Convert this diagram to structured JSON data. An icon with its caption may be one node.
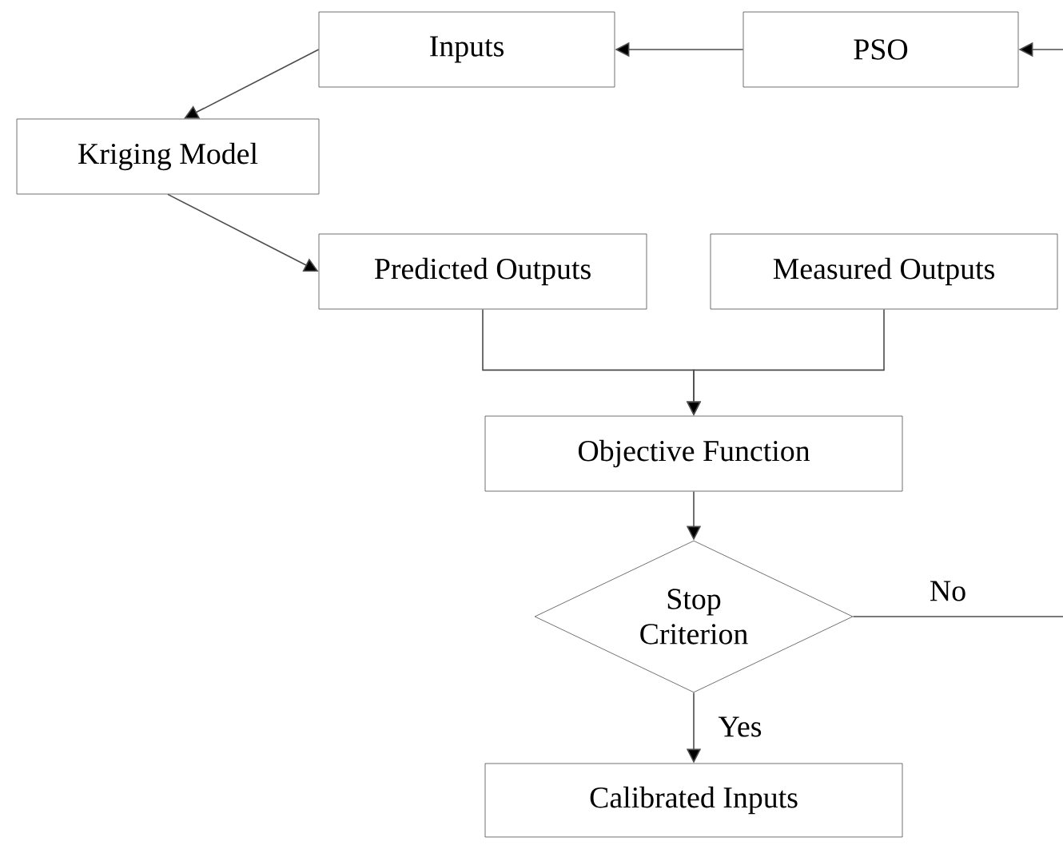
{
  "diagram": {
    "nodes": [
      {
        "text": [
          "Inputs"
        ]
      },
      {
        "text": [
          "PSO"
        ]
      },
      {
        "text": [
          "Kriging Model"
        ]
      },
      {
        "text": [
          "Predicted Outputs"
        ]
      },
      {
        "text": [
          "Measured Outputs"
        ]
      },
      {
        "text": [
          "Objective Function"
        ]
      },
      {
        "text": [
          "Stop Criterion"
        ]
      },
      {
        "text": [
          "Calibrated Inputs"
        ]
      }
    ],
    "edges": [
      {
        "from": 1,
        "to": 0,
        "arrow": "to"
      },
      {
        "from": null,
        "to": 1,
        "arrow": "to"
      },
      {
        "from": 0,
        "to": 2,
        "arrow": "to"
      },
      {
        "from": 2,
        "to": 3,
        "arrow": "to"
      },
      {
        "from": 3,
        "to": 5,
        "arrow": "to"
      },
      {
        "from": 4,
        "to": 5,
        "arrow": "to"
      },
      {
        "from": 5,
        "to": 6,
        "arrow": "to"
      },
      {
        "from": 6,
        "to": 7,
        "arrow": "to",
        "label": "Yes"
      },
      {
        "from": 6,
        "to": null,
        "arrow": "none",
        "label": "No"
      }
    ]
  }
}
